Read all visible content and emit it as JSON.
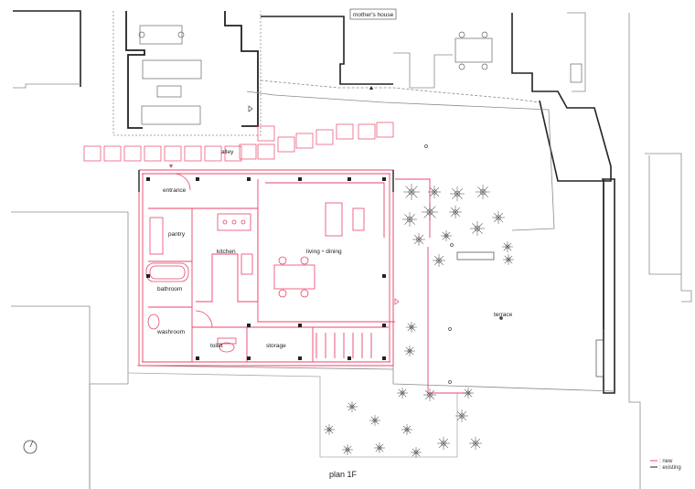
{
  "title": "plan 1F",
  "rooms": {
    "mothers_house": "mother's house",
    "alley": "alley",
    "entrance": "entrance",
    "pantry": "pantry",
    "kitchen": "kitchen",
    "living_dining": "living・dining",
    "bathroom": "bathroom",
    "washroom": "washroom",
    "toilet": "toilet",
    "storage": "storage",
    "terrace": "terrace"
  },
  "legend": {
    "new_label": ": new",
    "existing_label": ": existing",
    "new_color": "#e8456b",
    "existing_color": "#222222"
  },
  "colors": {
    "new": "#e8456b",
    "existing": "#222222",
    "gray": "#8a8a8a"
  }
}
